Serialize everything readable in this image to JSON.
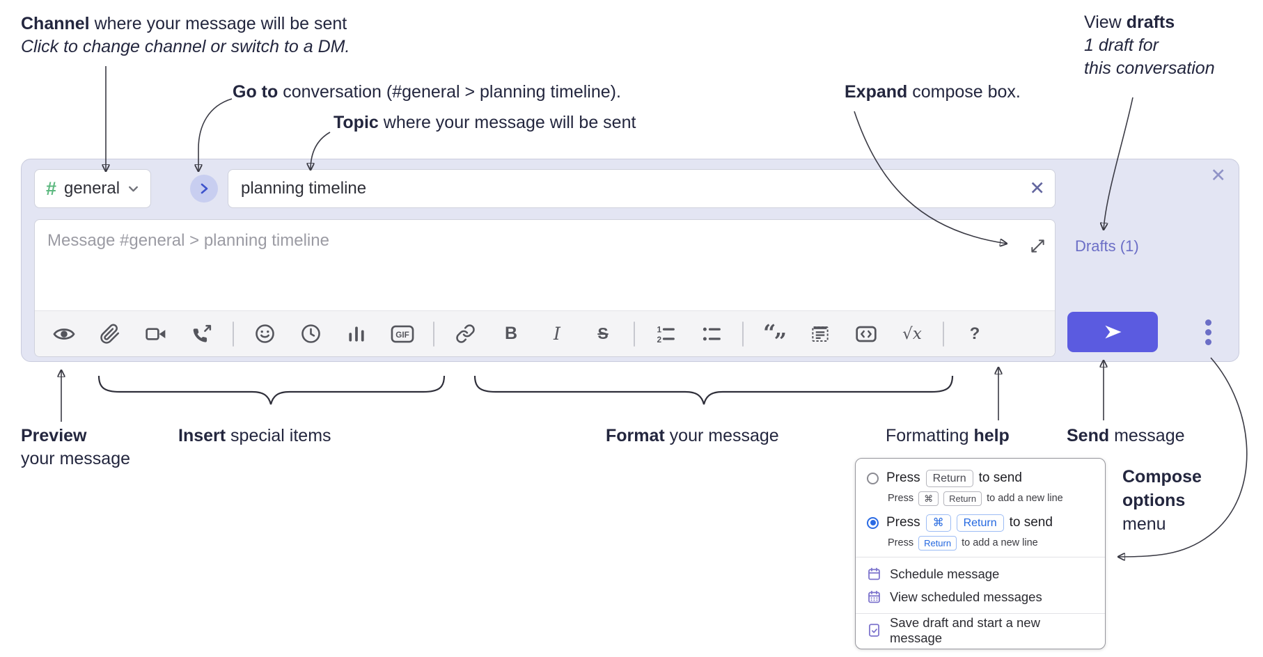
{
  "annotations": {
    "channel": {
      "bold": "Channel",
      "rest": " where your message will be sent",
      "sub": "Click to change channel or switch to a DM."
    },
    "goto": {
      "bold": "Go to",
      "rest": " conversation (#general > planning timeline)."
    },
    "topic": {
      "bold": "Topic",
      "rest": " where your message will be sent"
    },
    "expand": {
      "bold": "Expand",
      "rest": " compose box."
    },
    "drafts": {
      "line1_regular": "View ",
      "line1_bold": "drafts",
      "line2": "1 draft for",
      "line3": "this conversation"
    },
    "preview": {
      "bold": "Preview",
      "line2": "your message"
    },
    "insert": {
      "bold": "Insert",
      "rest": " special items"
    },
    "format": {
      "bold": "Format",
      "rest": " your message"
    },
    "formatting_help": {
      "regular": "Formatting ",
      "bold": "help"
    },
    "send": {
      "bold": "Send",
      "rest": " message"
    },
    "compose_options": {
      "bold1": "Compose",
      "bold2": "options",
      "regular": "menu"
    }
  },
  "composer": {
    "channel_selector": {
      "hash": "#",
      "name": "general"
    },
    "topic_value": "planning timeline",
    "topic_clear_glyph": "✕",
    "close_glyph": "✕",
    "message_placeholder": "Message #general > planning timeline",
    "drafts_link": "Drafts (1)",
    "toolbar": {
      "gif": "GIF",
      "bold": "B",
      "italic": "I",
      "strike": "S",
      "ol1": "1",
      "ol2": "2",
      "quote_open": "“",
      "quote_close": "”",
      "formula": "√x",
      "help": "?"
    },
    "icon_names": [
      "eye-icon",
      "paperclip-icon",
      "video-camera-icon",
      "phone-call-icon",
      "emoji-icon",
      "clock-icon",
      "bar-chart-icon",
      "gif-icon",
      "link-icon",
      "bold-icon",
      "italic-icon",
      "strikethrough-icon",
      "ordered-list-icon",
      "bulleted-list-icon",
      "blockquote-icon",
      "code-block-icon",
      "inline-code-icon",
      "formula-icon",
      "help-icon",
      "expand-icon",
      "send-icon",
      "kebab-menu-icon"
    ]
  },
  "menu": {
    "option1": {
      "press": "Press",
      "key": "Return",
      "suffix": "to send",
      "sub": {
        "press": "Press",
        "key1": "⌘",
        "key2": "Return",
        "suffix": "to add a new line"
      }
    },
    "option2": {
      "press": "Press",
      "key1": "⌘",
      "key2": "Return",
      "suffix": "to send",
      "sub": {
        "press": "Press",
        "key": "Return",
        "suffix": "to add a new line"
      }
    },
    "items": [
      {
        "label": "Schedule message"
      },
      {
        "label": "View scheduled messages"
      },
      {
        "label": "Save draft and start a new message"
      }
    ]
  },
  "colors": {
    "panel_bg": "#e3e5f3",
    "accent_send": "#5b5be0",
    "link_purple": "#6b6ec6",
    "hash_green": "#5cb87f",
    "goto_circle": "#c8cef0",
    "goto_arrow": "#3e53cc",
    "icon_gray": "#54555c",
    "key_blue": "#2468e0",
    "radio_blue": "#2b6be4",
    "menu_icon_purple": "#7b72cc",
    "annotation_text": "#23263e"
  }
}
